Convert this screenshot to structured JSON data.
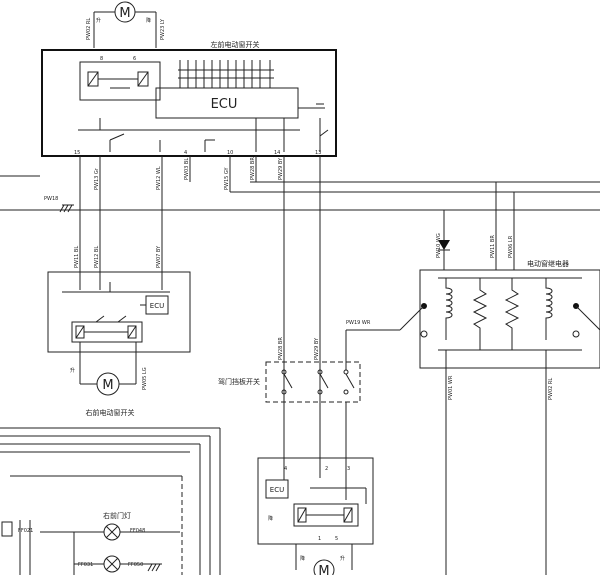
{
  "labels": {
    "left_front_switch": "左前电动窗开关",
    "right_front_switch": "右前电动窗开关",
    "door_lock_switch": "驾门挡板开关",
    "power_window_relay": "电动窗继电器",
    "right_door_lamp": "右前门灯",
    "ecu": "ECU",
    "motor": "M",
    "up": "升",
    "down": "降",
    "pw18": "PW18",
    "pw19_wr": "PW19 WR",
    "pin_15": "15",
    "pin_4": "4",
    "pin_10": "10",
    "pin_14": "14",
    "pin_13": "13",
    "pin_8": "8",
    "pin_6": "6",
    "pin_2": "2",
    "pin_3": "3",
    "pin_1": "1",
    "pin_5": "5"
  },
  "wire_tags": {
    "w1": "PW13 Gr",
    "w2": "PW12 WL",
    "w3": "PW03 BL",
    "w4": "PW15 GY",
    "w5": "PW28 BR",
    "w6": "PW29 BY",
    "w7": "PW11 BL",
    "w8": "PW12 BL",
    "w9": "PW07 BY",
    "w10": "PW02 RL",
    "w11": "PW23 LY",
    "w12": "PW28 BR",
    "w13": "PW29 BY",
    "w14": "PW10 WG",
    "w15": "PW11 BR",
    "w16": "PW05 LG",
    "w17": "PW06 LR",
    "w18": "PW01 WR",
    "w19": "FF021",
    "w20": "FF031",
    "w21": "FF048",
    "w22": "FF050"
  }
}
